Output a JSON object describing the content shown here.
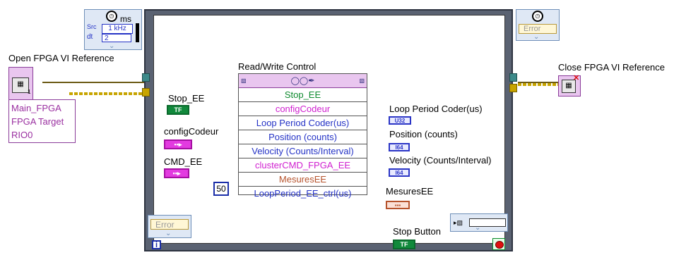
{
  "timing": {
    "clock_unit": "ms",
    "source_label": "Src",
    "source_value": "1 kHz",
    "dt_label": "dt",
    "dt_value": "2"
  },
  "open_ref": {
    "title": "Open FPGA VI Reference",
    "lines": [
      "Main_FPGA",
      "FPGA Target",
      "RIO0"
    ],
    "index": "1"
  },
  "close_ref": {
    "title": "Close FPGA VI Reference"
  },
  "rw_control": {
    "title": "Read/Write Control",
    "rows": [
      {
        "label": "Stop_EE",
        "color": "#0e8a2e"
      },
      {
        "label": "configCodeur",
        "color": "#d020d0"
      },
      {
        "label": "Loop Period Coder(us)",
        "color": "#2533c6"
      },
      {
        "label": "Position (counts)",
        "color": "#2533c6"
      },
      {
        "label": "Velocity (Counts/Interval)",
        "color": "#2533c6"
      },
      {
        "label": "clusterCMD_FPGA_EE",
        "color": "#d020d0"
      },
      {
        "label": "MesuresEE",
        "color": "#b6532c"
      },
      {
        "label": "LoopPeriod_EE_ctrl(us)",
        "color": "#2533c6"
      }
    ]
  },
  "controls": {
    "stop_ee": "Stop_EE",
    "config_codeur": "configCodeur",
    "cmd_ee": "CMD_EE",
    "loop_const": "50",
    "tf_text": "TF",
    "stop_button": "Stop Button"
  },
  "indicators": {
    "loop_period": "Loop Period Coder(us)",
    "position": "Position (counts)",
    "velocity": "Velocity (Counts/Interval)",
    "mesures": "MesuresEE",
    "u32_type": "U32",
    "i64_type": "I64"
  },
  "error": {
    "label": "Error"
  },
  "loop": {
    "iteration": "i"
  },
  "colors": {
    "refwire": "#6b5a14",
    "error_wire": "#c7a400",
    "bool_wire": "#0e8a2e",
    "cluster_wire": "#d020d0",
    "int_wire": "#2533c6",
    "mes_wire": "#b6532c"
  }
}
